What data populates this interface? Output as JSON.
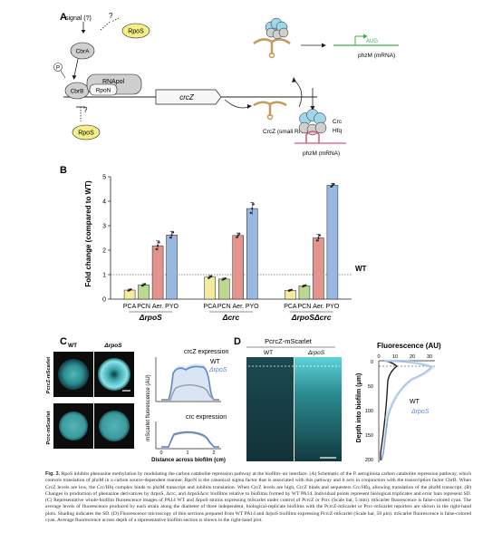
{
  "panel_letters": {
    "a": "A",
    "b": "B",
    "c": "C",
    "d": "D"
  },
  "panel_a": {
    "signal": "signal (?)",
    "q1": "?",
    "q2": "?",
    "rpos_top": "RpoS",
    "cbra": "CbrA",
    "phospho": "P",
    "cbrb": "CbrB",
    "rnapol": "RNApol",
    "rpon": "RpoN",
    "crcz_gene": "crcZ",
    "rpos_bottom": "RpoS",
    "small_rna": "CrcZ (small RNA)",
    "aug": "AUG",
    "phzm_mrna_top": "phzM (mRNA)",
    "crc": "Crc",
    "hfq": "Hfq",
    "phzm_mrna_bottom": "phzM (mRNA)"
  },
  "panel_b": {
    "wt_label": "WT",
    "group_labels": [
      "ΔrpoS",
      "Δcrc",
      "ΔrpoSΔcrc"
    ],
    "chart_data": {
      "type": "bar",
      "ylabel": "Fold change (compared to WT)",
      "ylim": [
        0,
        5
      ],
      "yticks": [
        0,
        1,
        2,
        3,
        4,
        5
      ],
      "reference_line": 1,
      "categories": [
        "PCA",
        "PCN",
        "Aer.",
        "PYO",
        "PCA",
        "PCN",
        "Aer.",
        "PYO",
        "PCA",
        "PCN",
        "Aer.",
        "PYO"
      ],
      "groups": [
        "ΔrpoS",
        "Δcrc",
        "ΔrpoSΔcrc"
      ],
      "values": [
        0.37,
        0.58,
        2.18,
        2.62,
        0.9,
        0.82,
        2.6,
        3.7,
        0.36,
        0.54,
        2.5,
        4.65
      ],
      "errors": [
        0.04,
        0.05,
        0.2,
        0.15,
        0.06,
        0.04,
        0.1,
        0.25,
        0.03,
        0.04,
        0.15,
        0.08
      ],
      "bar_colors": [
        "#f2eca0",
        "#bcd890",
        "#e3948c",
        "#98b8e2"
      ]
    }
  },
  "panel_c": {
    "col_wt": "WT",
    "col_rpos": "ΔrpoS",
    "row1_label": "PcrcZ-mScarlet",
    "row2_label": "Pcrc-mScarlet",
    "plot1_title": "crcZ expression",
    "plot2_title": "crc expression",
    "ylabel": "mScarlet fluorescence (AU)",
    "xlabel": "Distance across biofilm (cm)",
    "legend_wt": "WT",
    "legend_rpos": "ΔrpoS",
    "x_ticks": [
      "0",
      "1",
      "2"
    ]
  },
  "panel_d": {
    "header": "PcrcZ-mScarlet",
    "col_wt": "WT",
    "col_rpos": "ΔrpoS",
    "plot_title": "Fluorescence (AU)",
    "x_ticks": [
      "0",
      "10",
      "20",
      "30"
    ],
    "y_ticks": [
      "0",
      "50",
      "100",
      "150",
      "200"
    ],
    "ylabel": "Depth into biofilm (μm)",
    "legend_wt": "WT",
    "legend_rpos": "ΔrpoS"
  },
  "caption": {
    "label": "Fig. 3.",
    "body": "RpoS inhibits phenazine methylation by modulating the carbon catabolite repression pathway at the biofilm–air interface. (A) Schematic of the P. aeruginosa carbon catabolite repression pathway, which controls translation of phzM in a carbon source-dependent manner. RpoN is the canonical sigma factor that is associated with this pathway and it acts in conjunction with the transcription factor CbrB. When CrcZ levels are low, the Crc/Hfq complex binds to phzM transcript and inhibits translation. When CrcZ levels are high, CrcZ binds and sequesters Crc/Hfq, allowing translation of the phzM transcript. (B) Changes in production of phenazine derivatives by ΔrpoS, Δcrc, and ΔrpoSΔcrc biofilms relative to biofilms formed by WT PA14. Individual points represent biological triplicates and error bars represent SD. (C) Representative whole-biofilm fluorescence images of PA14 WT and ΔrpoS strains expressing mScarlet under control of PcrcZ or Pcrc (Scale bar, 5 mm). mScarlet fluorescence is false-colored cyan. The average levels of fluorescence produced by each strain along the diameter of three independent, biological-replicate biofilms with the PcrcZ-mScarlet or Pcrc-mScarlet reporters are shown in the right-hand plots. Shading indicates the SD. (D) Fluorescence microscopy of thin sections prepared from WT PA14 and ΔrpoS biofilms expressing PcrcZ-mScarlet (Scale bar, 50 μm). mScarlet fluorescence is false-colored cyan. Average fluorescence across depth of a representative biofilm section is shown in the right-hand plot."
  }
}
